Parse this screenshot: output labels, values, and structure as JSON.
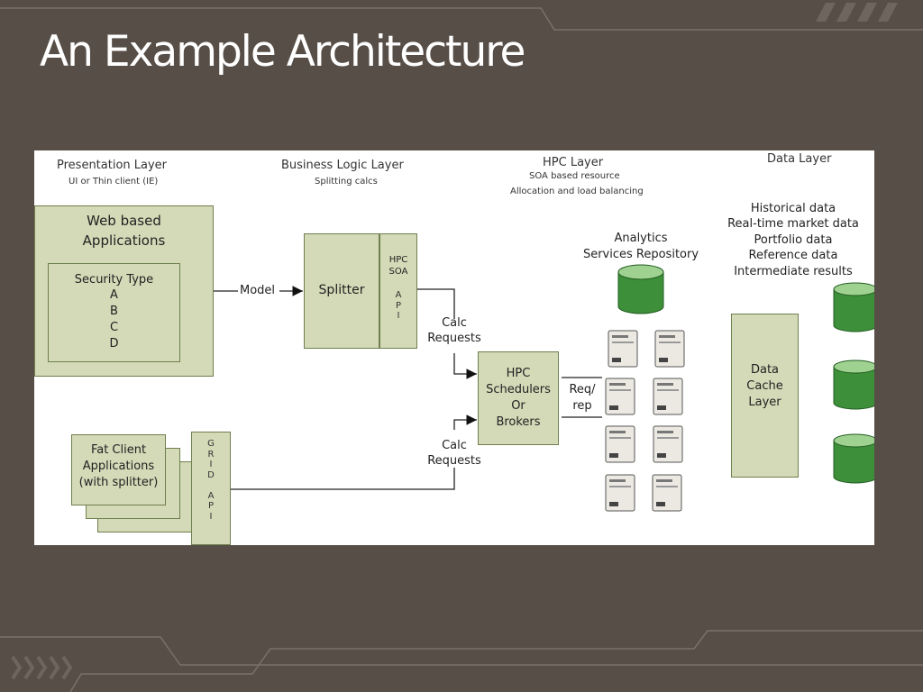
{
  "slide": {
    "title": "An Example Architecture"
  },
  "layers": {
    "presentation": {
      "title": "Presentation Layer",
      "subtitle": "UI or Thin client (IE)"
    },
    "business": {
      "title": "Business Logic Layer",
      "subtitle": "Splitting calcs"
    },
    "hpc": {
      "title": "HPC Layer",
      "subtitle1": "SOA based resource",
      "subtitle2": "Allocation and load balancing"
    },
    "data": {
      "title": "Data Layer"
    }
  },
  "web_apps": {
    "line1": "Web based",
    "line2": "Applications"
  },
  "security": {
    "title": "Security Type",
    "items": [
      "A",
      "B",
      "C",
      "D"
    ]
  },
  "model_label": "Model",
  "splitter": {
    "label": "Splitter",
    "soa_line1": "HPC",
    "soa_line2": "SOA",
    "api_letters": "A\nP\nI"
  },
  "calc_requests_top": {
    "line1": "Calc",
    "line2": "Requests"
  },
  "calc_requests_bottom": {
    "line1": "Calc",
    "line2": "Requests"
  },
  "hpc_box": {
    "line1": "HPC",
    "line2": "Schedulers",
    "line3": "Or",
    "line4": "Brokers"
  },
  "reqrep": {
    "line1": "Req/",
    "line2": "rep"
  },
  "analytics": {
    "line1": "Analytics",
    "line2": "Services Repository"
  },
  "fat_client": {
    "line1": "Fat Client",
    "line2": "Applications",
    "line3": "(with splitter)"
  },
  "grid_api": {
    "letters": "G\nR\nI\nD\n\nA\nP\nI"
  },
  "data_items": [
    "Historical data",
    "Real-time market data",
    "Portfolio data",
    "Reference data",
    "Intermediate results"
  ],
  "data_cache": {
    "line1": "Data",
    "line2": "Cache",
    "line3": "Layer"
  },
  "colors": {
    "background": "#574e47",
    "box_fill": "#d4d9b7",
    "box_border": "#6f7f4f",
    "db_green": "#3e8f3a"
  }
}
